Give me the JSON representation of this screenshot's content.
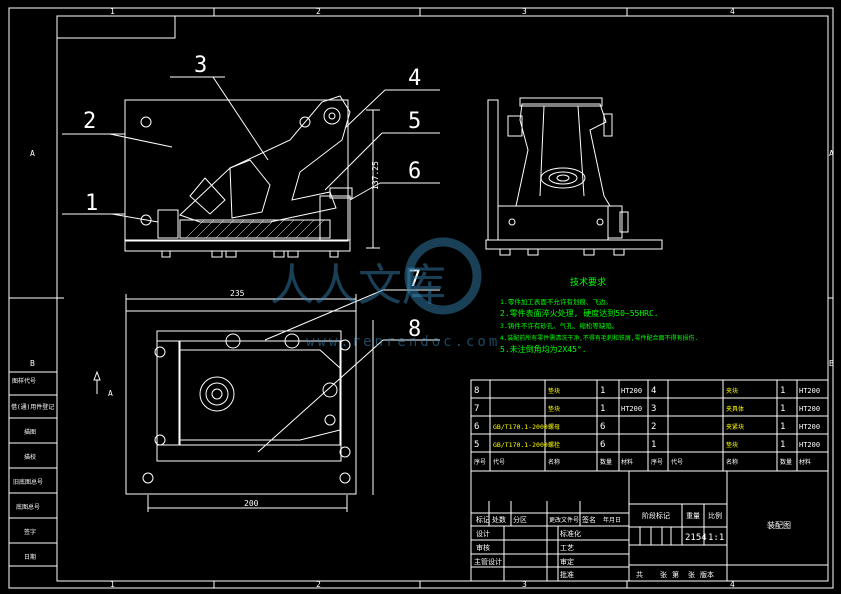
{
  "border": {
    "top_zones": [
      "1",
      "2",
      "3",
      "4"
    ],
    "bottom_zones": [
      "1",
      "2",
      "3",
      "4"
    ],
    "left_zones": [
      "A",
      "B"
    ],
    "right_zones": [
      "A",
      "B"
    ]
  },
  "balloons": [
    "1",
    "2",
    "3",
    "4",
    "5",
    "6",
    "7",
    "8"
  ],
  "dimensions": {
    "top_length": "235",
    "bottom_length": "200",
    "height": "137.25",
    "section_mark": "A"
  },
  "tech_requirements": {
    "title": "技术要求",
    "items": [
      "1.零件加工表面不允许有划痕、飞边。",
      "2.零件表面淬火处理, 硬度达到50~55HRC.",
      "3.铸件不许有砂孔、气孔、缩松等缺陷。",
      "4.装配前所有零件需清洗干净,不得有毛刺和铁屑,零件配合面不得有损伤.",
      "5.未注倒角均为2X45°."
    ]
  },
  "bom": {
    "rows": [
      [
        "8",
        "",
        "垫块",
        "1",
        "HT200",
        "4",
        "",
        "夹块",
        "1",
        "HT200"
      ],
      [
        "7",
        "",
        "垫块",
        "1",
        "HT200",
        "3",
        "",
        "夹具体",
        "1",
        "HT200"
      ],
      [
        "6",
        "GB/T170.1-2000",
        "螺母",
        "6",
        "",
        "2",
        "",
        "夹紧块",
        "1",
        "HT200"
      ],
      [
        "5",
        "GB/T170.1-2000",
        "螺栓",
        "6",
        "",
        "1",
        "",
        "垫块",
        "1",
        "HT200"
      ]
    ],
    "header": [
      "序号",
      "代号",
      "名称",
      "数量",
      "材料",
      "序号",
      "代号",
      "名称",
      "数量",
      "材料"
    ]
  },
  "title_block": {
    "left_labels": [
      "标记",
      "处数",
      "分区",
      "更改文件号",
      "签名",
      "年月日"
    ],
    "design_labels": [
      "设计",
      "",
      "标准化",
      ""
    ],
    "craft_labels": [
      "审核",
      "",
      "工艺",
      ""
    ],
    "approve_labels": [
      "主管设计",
      "",
      "审定",
      "",
      "批准",
      ""
    ],
    "stage_label": "阶段标记",
    "weight_label": "重量",
    "scale_label": "比例",
    "scale_value": "1:1",
    "weight_value": "2154",
    "drawing_name": "装配图",
    "sheet_info": [
      "共",
      "张",
      "第",
      "张",
      "版本"
    ]
  },
  "side_table": [
    "借(通)用件登记",
    "",
    "描图",
    "描校",
    "旧底图总号",
    "底图总号",
    "签字",
    "日期"
  ],
  "side_table_head": "借(通)用件登记",
  "side_table_first": "图样代号",
  "watermark": {
    "text": "人人文库",
    "url": "www.renrendoc.com"
  }
}
